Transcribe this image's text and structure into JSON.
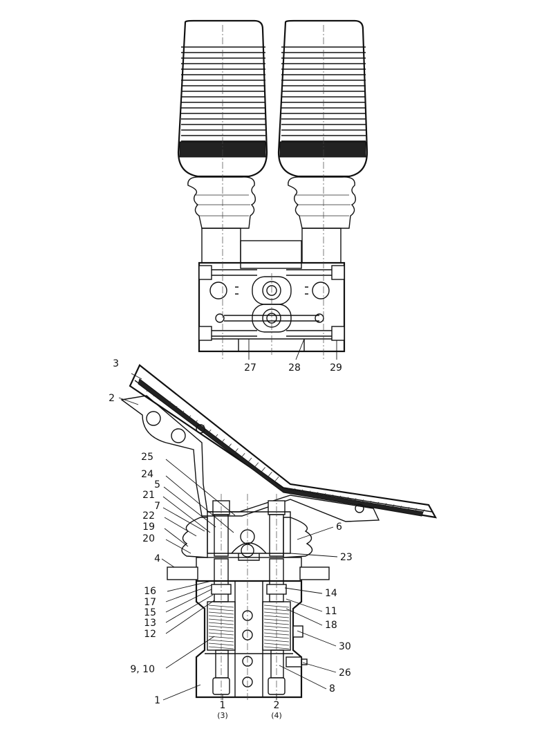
{
  "top_view_labels": [
    "27",
    "28",
    "29"
  ],
  "side_view_labels_left": [
    "3",
    "2",
    "25",
    "24",
    "5",
    "21",
    "7",
    "22",
    "19",
    "20",
    "4",
    "16",
    "17",
    "15",
    "13",
    "12",
    "9, 10",
    "1"
  ],
  "side_view_labels_right": [
    "6",
    "23",
    "14",
    "11",
    "18",
    "30",
    "26",
    "8"
  ],
  "port_labels": [
    "1",
    "(3)",
    "2",
    "(4)"
  ]
}
